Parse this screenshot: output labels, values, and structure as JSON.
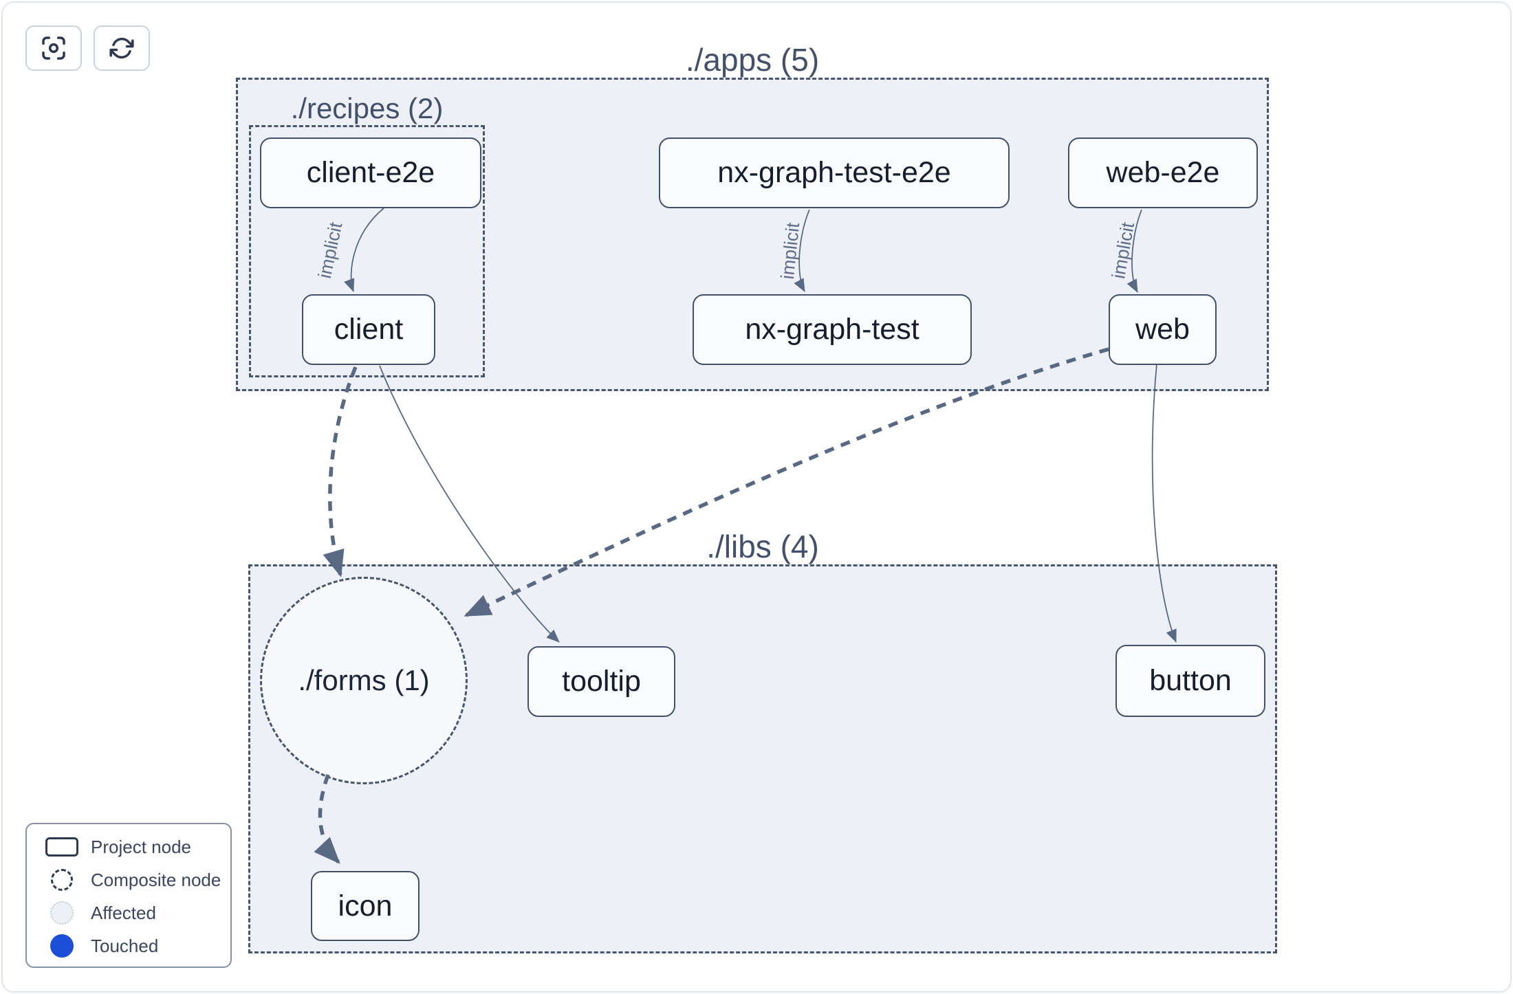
{
  "toolbar": {
    "focus_icon": "focus-crosshair-icon",
    "refresh_icon": "refresh-icon"
  },
  "groups": {
    "apps": {
      "label": "./apps (5)"
    },
    "recipes": {
      "label": "./recipes (2)"
    },
    "libs": {
      "label": "./libs (4)"
    },
    "forms": {
      "label": "./forms (1)"
    }
  },
  "nodes": {
    "client_e2e": {
      "label": "client-e2e"
    },
    "client": {
      "label": "client"
    },
    "nx_graph_test_e2e": {
      "label": "nx-graph-test-e2e"
    },
    "nx_graph_test": {
      "label": "nx-graph-test"
    },
    "web_e2e": {
      "label": "web-e2e"
    },
    "web": {
      "label": "web"
    },
    "tooltip": {
      "label": "tooltip"
    },
    "button": {
      "label": "button"
    },
    "icon": {
      "label": "icon"
    }
  },
  "edges": [
    {
      "from": "client-e2e",
      "to": "client",
      "label": "implicit",
      "style": "curved-thin"
    },
    {
      "from": "nx-graph-test-e2e",
      "to": "nx-graph-test",
      "label": "implicit",
      "style": "curved-thin"
    },
    {
      "from": "web-e2e",
      "to": "web",
      "label": "implicit",
      "style": "curved-thin"
    },
    {
      "from": "client",
      "to": "./forms (1)",
      "style": "dashed-thick"
    },
    {
      "from": "web",
      "to": "./forms (1)",
      "style": "dashed-thick"
    },
    {
      "from": "./forms (1)",
      "to": "icon",
      "style": "dashed-thick"
    },
    {
      "from": "client",
      "to": "tooltip",
      "style": "curved-thin"
    },
    {
      "from": "web",
      "to": "button",
      "style": "curved-thin"
    }
  ],
  "legend": {
    "items": [
      {
        "swatch": "project-node",
        "label": "Project node"
      },
      {
        "swatch": "composite-node",
        "label": "Composite node"
      },
      {
        "swatch": "affected",
        "label": "Affected"
      },
      {
        "swatch": "touched",
        "label": "Touched"
      }
    ]
  },
  "colors": {
    "touched_blue": "#1d4ed8",
    "edge": "#5a6983",
    "group_fill": "#edf1f7",
    "node_border": "#42506b"
  }
}
